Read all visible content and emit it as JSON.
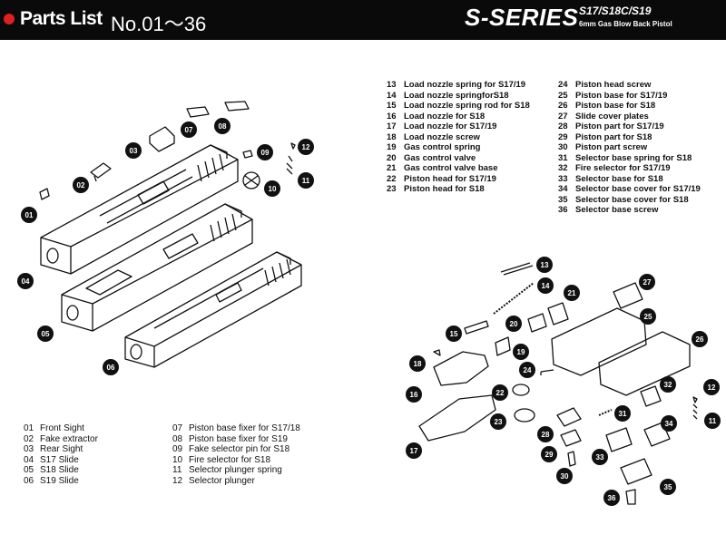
{
  "header": {
    "title": "Parts List",
    "range": "No.01～36",
    "brand": "S-SERIES",
    "models": "S17/S18C/S19",
    "subtitle": "6mm Gas Blow Back Pistol"
  },
  "parts_top_col1": [
    {
      "no": "13",
      "name": "Load nozzle spring for S17/19"
    },
    {
      "no": "14",
      "name": "Load nozzle springforS18"
    },
    {
      "no": "15",
      "name": "Load nozzle spring rod for S18"
    },
    {
      "no": "16",
      "name": "Load nozzle for S18"
    },
    {
      "no": "17",
      "name": "Load nozzle for S17/19"
    },
    {
      "no": "18",
      "name": "Load nozzle screw"
    },
    {
      "no": "19",
      "name": "Gas control spring"
    },
    {
      "no": "20",
      "name": "Gas control valve"
    },
    {
      "no": "21",
      "name": "Gas control valve base"
    },
    {
      "no": "22",
      "name": "Piston head for S17/19"
    },
    {
      "no": "23",
      "name": "Piston head for S18"
    }
  ],
  "parts_top_col2": [
    {
      "no": "24",
      "name": "Piston head screw"
    },
    {
      "no": "25",
      "name": "Piston base for S17/19"
    },
    {
      "no": "26",
      "name": "Piston base for S18"
    },
    {
      "no": "27",
      "name": "Slide cover plates"
    },
    {
      "no": "28",
      "name": "Piston part for S17/19"
    },
    {
      "no": "29",
      "name": "Piston part for S18"
    },
    {
      "no": "30",
      "name": "Piston part screw"
    },
    {
      "no": "31",
      "name": "Selector base spring for S18"
    },
    {
      "no": "32",
      "name": "Fire selector for S17/19"
    },
    {
      "no": "33",
      "name": "Selector base for S18"
    },
    {
      "no": "34",
      "name": "Selector base cover for S17/19"
    },
    {
      "no": "35",
      "name": "Selector base cover for S18"
    },
    {
      "no": "36",
      "name": "Selector base screw"
    }
  ],
  "parts_bottom_col1": [
    {
      "no": "01",
      "name": "Front Sight"
    },
    {
      "no": "02",
      "name": "Fake extractor"
    },
    {
      "no": "03",
      "name": "Rear Sight"
    },
    {
      "no": "04",
      "name": "S17 Slide"
    },
    {
      "no": "05",
      "name": "S18 Slide"
    },
    {
      "no": "06",
      "name": "S19 Slide"
    }
  ],
  "parts_bottom_col2": [
    {
      "no": "07",
      "name": "Piston base fixer for S17/18"
    },
    {
      "no": "08",
      "name": "Piston base fixer for S19"
    },
    {
      "no": "09",
      "name": "Fake selector pin for S18"
    },
    {
      "no": "10",
      "name": "Fire selector for S18"
    },
    {
      "no": "11",
      "name": "Selector plunger spring"
    },
    {
      "no": "12",
      "name": "Selector plunger"
    }
  ],
  "callouts": [
    "01",
    "02",
    "03",
    "04",
    "05",
    "06",
    "07",
    "08",
    "09",
    "10",
    "11",
    "12",
    "13",
    "14",
    "15",
    "16",
    "17",
    "18",
    "19",
    "20",
    "21",
    "22",
    "23",
    "24",
    "25",
    "26",
    "27",
    "28",
    "29",
    "30",
    "31",
    "32",
    "33",
    "34",
    "35",
    "36",
    "12",
    "11"
  ],
  "colors": {
    "header_bg": "#0a0a0a",
    "accent_dot": "#e02020",
    "text": "#111111"
  }
}
